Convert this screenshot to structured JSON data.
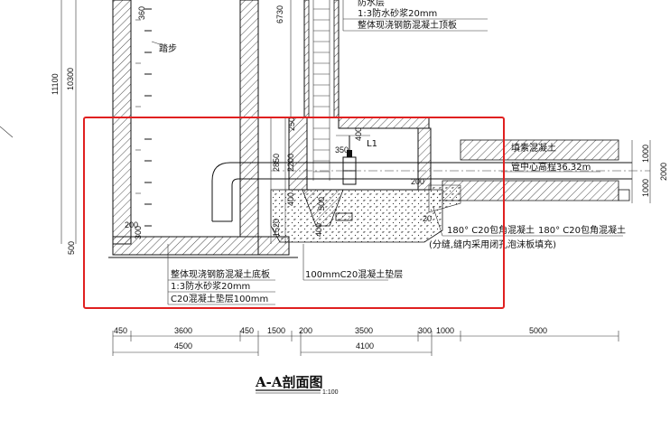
{
  "title": "A-A剖面图",
  "scale": "1:100",
  "colors": {
    "line": "#111111",
    "highlight": "#e02020",
    "fill": "#ffffff"
  },
  "top_labels": {
    "waterproof_top": "1:3防水砂浆20mm",
    "roof_slab": "整体现浇钢筋混凝土顶板",
    "partial_top": "防水层"
  },
  "ladder_label": "踏步",
  "pipe_label": "L1",
  "well_dims": {
    "d350": "350",
    "d400": "400",
    "d200a": "200",
    "d200b": "200",
    "d20": "20",
    "d500": "500",
    "d400b": "400",
    "d400c": "400"
  },
  "vertical_dims": {
    "d11100": "11100",
    "d10300": "10300",
    "d6730": "6730",
    "d360": "360",
    "d250": "250",
    "d2850": "2850",
    "d2200": "2200",
    "d400": "400",
    "d1520": "1520",
    "d500": "500",
    "d200": "200",
    "d300": "300",
    "d1000a": "1000",
    "d1000b": "1000",
    "d2000": "2000"
  },
  "right_labels": {
    "backfill": "填素混凝土",
    "pipe_center": "管中心高程36.32m",
    "wrap_c20_a": "180° C20包角混凝土",
    "wrap_c20_b": "180° C20包角混凝土",
    "joint_note": "(分缝,缝内采用闭孔泡沫板填充)"
  },
  "bottom_labels": {
    "base_slab": "整体现浇钢筋混凝土底板",
    "waterproof": "1:3防水砂浆20mm",
    "cushion": "C20混凝土垫层100mm",
    "cushion_right": "100mmC20混凝土垫层"
  },
  "horizontal_dims": {
    "row1": [
      "450",
      "3600",
      "450",
      "1500",
      "200",
      "3500",
      "300",
      "1000",
      "5000"
    ],
    "total_left": "4500",
    "total_mid": "4100"
  }
}
